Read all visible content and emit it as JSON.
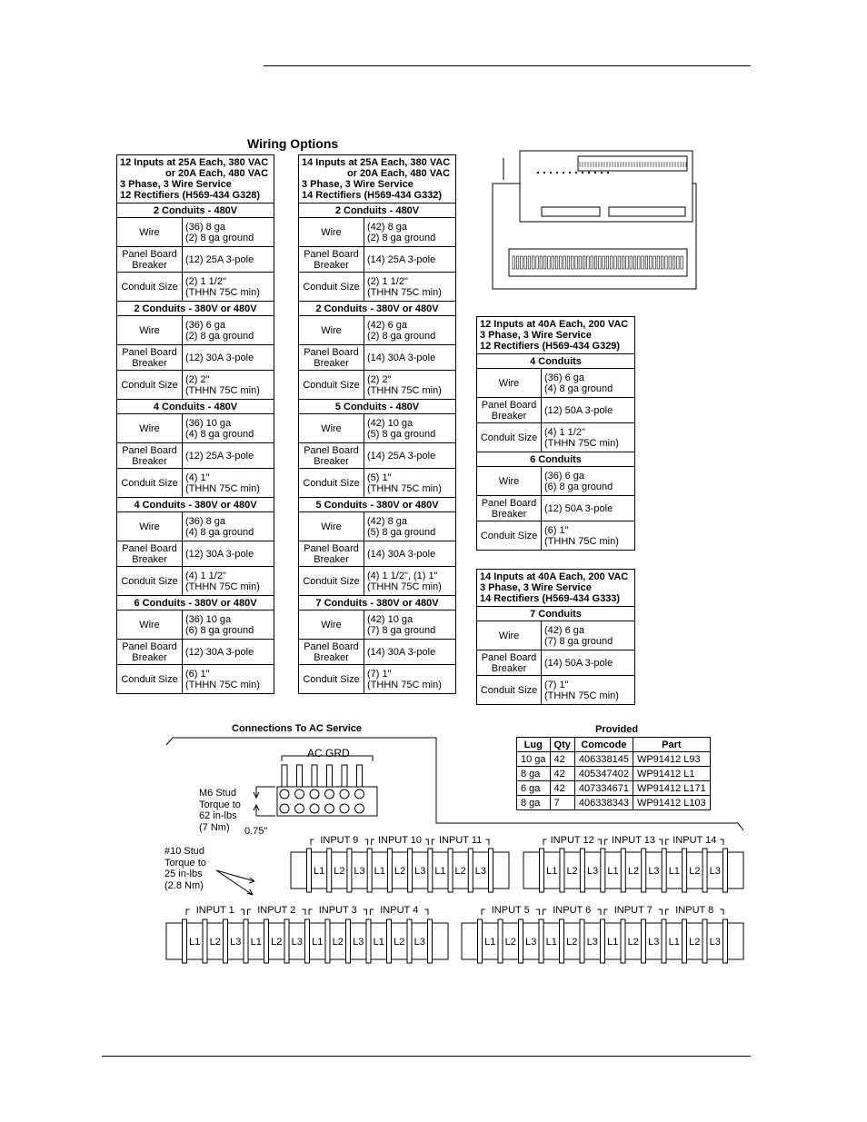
{
  "title": "Wiring Options",
  "tables": [
    {
      "header": [
        "12 Inputs at 25A Each, 380 VAC",
        "or 20A Each, 480 VAC",
        "3 Phase, 3 Wire Service",
        "12 Rectifiers (H569-434 G328)"
      ],
      "sections": [
        {
          "title": "2 Conduits - 480V",
          "rows": [
            [
              "Wire",
              "(36) 8 ga",
              "(2) 8 ga ground"
            ],
            [
              "Panel Board Breaker",
              "(12) 25A 3-pole",
              ""
            ],
            [
              "Conduit Size",
              "(2) 1 1/2\"",
              "(THHN 75C min)"
            ]
          ]
        },
        {
          "title": "2 Conduits - 380V or 480V",
          "rows": [
            [
              "Wire",
              "(36) 6 ga",
              "(2) 8 ga ground"
            ],
            [
              "Panel Board Breaker",
              "(12) 30A 3-pole",
              ""
            ],
            [
              "Conduit Size",
              "(2) 2\"",
              "(THHN 75C min)"
            ]
          ]
        },
        {
          "title": "4 Conduits - 480V",
          "rows": [
            [
              "Wire",
              "(36) 10 ga",
              "(4) 8 ga ground"
            ],
            [
              "Panel Board Breaker",
              "(12) 25A 3-pole",
              ""
            ],
            [
              "Conduit Size",
              "(4) 1\"",
              "(THHN 75C min)"
            ]
          ]
        },
        {
          "title": "4 Conduits - 380V or 480V",
          "rows": [
            [
              "Wire",
              "(36) 8 ga",
              "(4) 8 ga ground"
            ],
            [
              "Panel Board Breaker",
              "(12) 30A 3-pole",
              ""
            ],
            [
              "Conduit Size",
              "(4) 1 1/2\"",
              "(THHN 75C min)"
            ]
          ]
        },
        {
          "title": "6 Conduits - 380V or 480V",
          "rows": [
            [
              "Wire",
              "(36) 10 ga",
              "(6) 8 ga ground"
            ],
            [
              "Panel Board Breaker",
              "(12) 30A 3-pole",
              ""
            ],
            [
              "Conduit Size",
              "(6) 1\"",
              "(THHN 75C min)"
            ]
          ]
        }
      ]
    },
    {
      "header": [
        "14 Inputs at 25A Each, 380 VAC",
        "or 20A Each, 480 VAC",
        "3 Phase, 3 Wire Service",
        "14 Rectifiers (H569-434 G332)"
      ],
      "sections": [
        {
          "title": "2 Conduits - 480V",
          "rows": [
            [
              "Wire",
              "(42) 8 ga",
              "(2) 8 ga ground"
            ],
            [
              "Panel Board Breaker",
              "(14) 25A 3-pole",
              ""
            ],
            [
              "Conduit Size",
              "(2) 1 1/2\"",
              "(THHN 75C min)"
            ]
          ]
        },
        {
          "title": "2 Conduits - 380V or 480V",
          "rows": [
            [
              "Wire",
              "(42) 6 ga",
              "(2) 8 ga ground"
            ],
            [
              "Panel Board Breaker",
              "(14) 30A 3-pole",
              ""
            ],
            [
              "Conduit Size",
              "(2) 2\"",
              "(THHN 75C min)"
            ]
          ]
        },
        {
          "title": "5 Conduits - 480V",
          "rows": [
            [
              "Wire",
              "(42) 10 ga",
              "(5) 8 ga ground"
            ],
            [
              "Panel Board Breaker",
              "(14) 25A 3-pole",
              ""
            ],
            [
              "Conduit Size",
              "(5) 1\"",
              "(THHN 75C min)"
            ]
          ]
        },
        {
          "title": "5 Conduits - 380V or 480V",
          "rows": [
            [
              "Wire",
              "(42) 8 ga",
              "(5) 8 ga ground"
            ],
            [
              "Panel Board Breaker",
              "(14) 30A 3-pole",
              ""
            ],
            [
              "Conduit Size",
              "(4) 1 1/2\", (1) 1\"",
              "(THHN 75C min)"
            ]
          ]
        },
        {
          "title": "7 Conduits - 380V or 480V",
          "rows": [
            [
              "Wire",
              "(42) 10 ga",
              "(7) 8 ga ground"
            ],
            [
              "Panel Board Breaker",
              "(14) 30A 3-pole",
              ""
            ],
            [
              "Conduit Size",
              "(7) 1\"",
              "(THHN 75C min)"
            ]
          ]
        }
      ]
    },
    {
      "header": [
        "12 Inputs at 40A Each, 200 VAC",
        "3 Phase, 3 Wire Service",
        "12 Rectifiers (H569-434 G329)"
      ],
      "sections": [
        {
          "title": "4 Conduits",
          "rows": [
            [
              "Wire",
              "(36) 6 ga",
              "(4) 8 ga ground"
            ],
            [
              "Panel Board Breaker",
              "(12) 50A 3-pole",
              ""
            ],
            [
              "Conduit Size",
              "(4) 1 1/2\"",
              "(THHN 75C min)"
            ]
          ]
        },
        {
          "title": "6 Conduits",
          "rows": [
            [
              "Wire",
              "(36) 6 ga",
              "(6) 8 ga ground"
            ],
            [
              "Panel Board Breaker",
              "(12) 50A 3-pole",
              ""
            ],
            [
              "Conduit Size",
              "(6) 1\"",
              "(THHN 75C min)"
            ]
          ]
        }
      ]
    },
    {
      "header": [
        "14 Inputs at 40A Each, 200 VAC",
        "3 Phase, 3 Wire Service",
        "14 Rectifiers (H569-434 G333)"
      ],
      "sections": [
        {
          "title": "7 Conduits",
          "rows": [
            [
              "Wire",
              "(42) 6 ga",
              "(7) 8 ga ground"
            ],
            [
              "Panel Board Breaker",
              "(14) 50A 3-pole",
              ""
            ],
            [
              "Conduit Size",
              "(7) 1\"",
              "(THHN 75C min)"
            ]
          ]
        }
      ]
    }
  ],
  "connections_title": "Connections To AC Service",
  "ac_grd": "AC GRD",
  "m6": [
    "M6 Stud",
    "Torque to",
    "62 in-lbs",
    "(7 Nm)"
  ],
  "dim": "0.75\"",
  "n10": [
    "#10 Stud",
    "Torque to",
    "25 in-lbs",
    "(2.8 Nm)"
  ],
  "provided": {
    "title": "Provided",
    "headers": [
      "Lug",
      "Qty",
      "Comcode",
      "Part"
    ],
    "rows": [
      [
        "10 ga",
        "42",
        "406338145",
        "WP91412 L93"
      ],
      [
        "8 ga",
        "42",
        "405347402",
        "WP91412 L1"
      ],
      [
        "6 ga",
        "42",
        "407334671",
        "WP91412 L171"
      ],
      [
        "8 ga",
        "7",
        "406338343",
        "WP91412 L103"
      ]
    ]
  },
  "strips": [
    {
      "inputs": [
        "INPUT 9",
        "INPUT 10",
        "INPUT 11"
      ]
    },
    {
      "inputs": [
        "INPUT 12",
        "INPUT 13",
        "INPUT 14"
      ]
    },
    {
      "inputs": [
        "INPUT 1",
        "INPUT 2",
        "INPUT 3",
        "INPUT 4"
      ]
    },
    {
      "inputs": [
        "INPUT 5",
        "INPUT 6",
        "INPUT 7",
        "INPUT 8"
      ]
    }
  ],
  "phases": [
    "L1",
    "L2",
    "L3"
  ]
}
